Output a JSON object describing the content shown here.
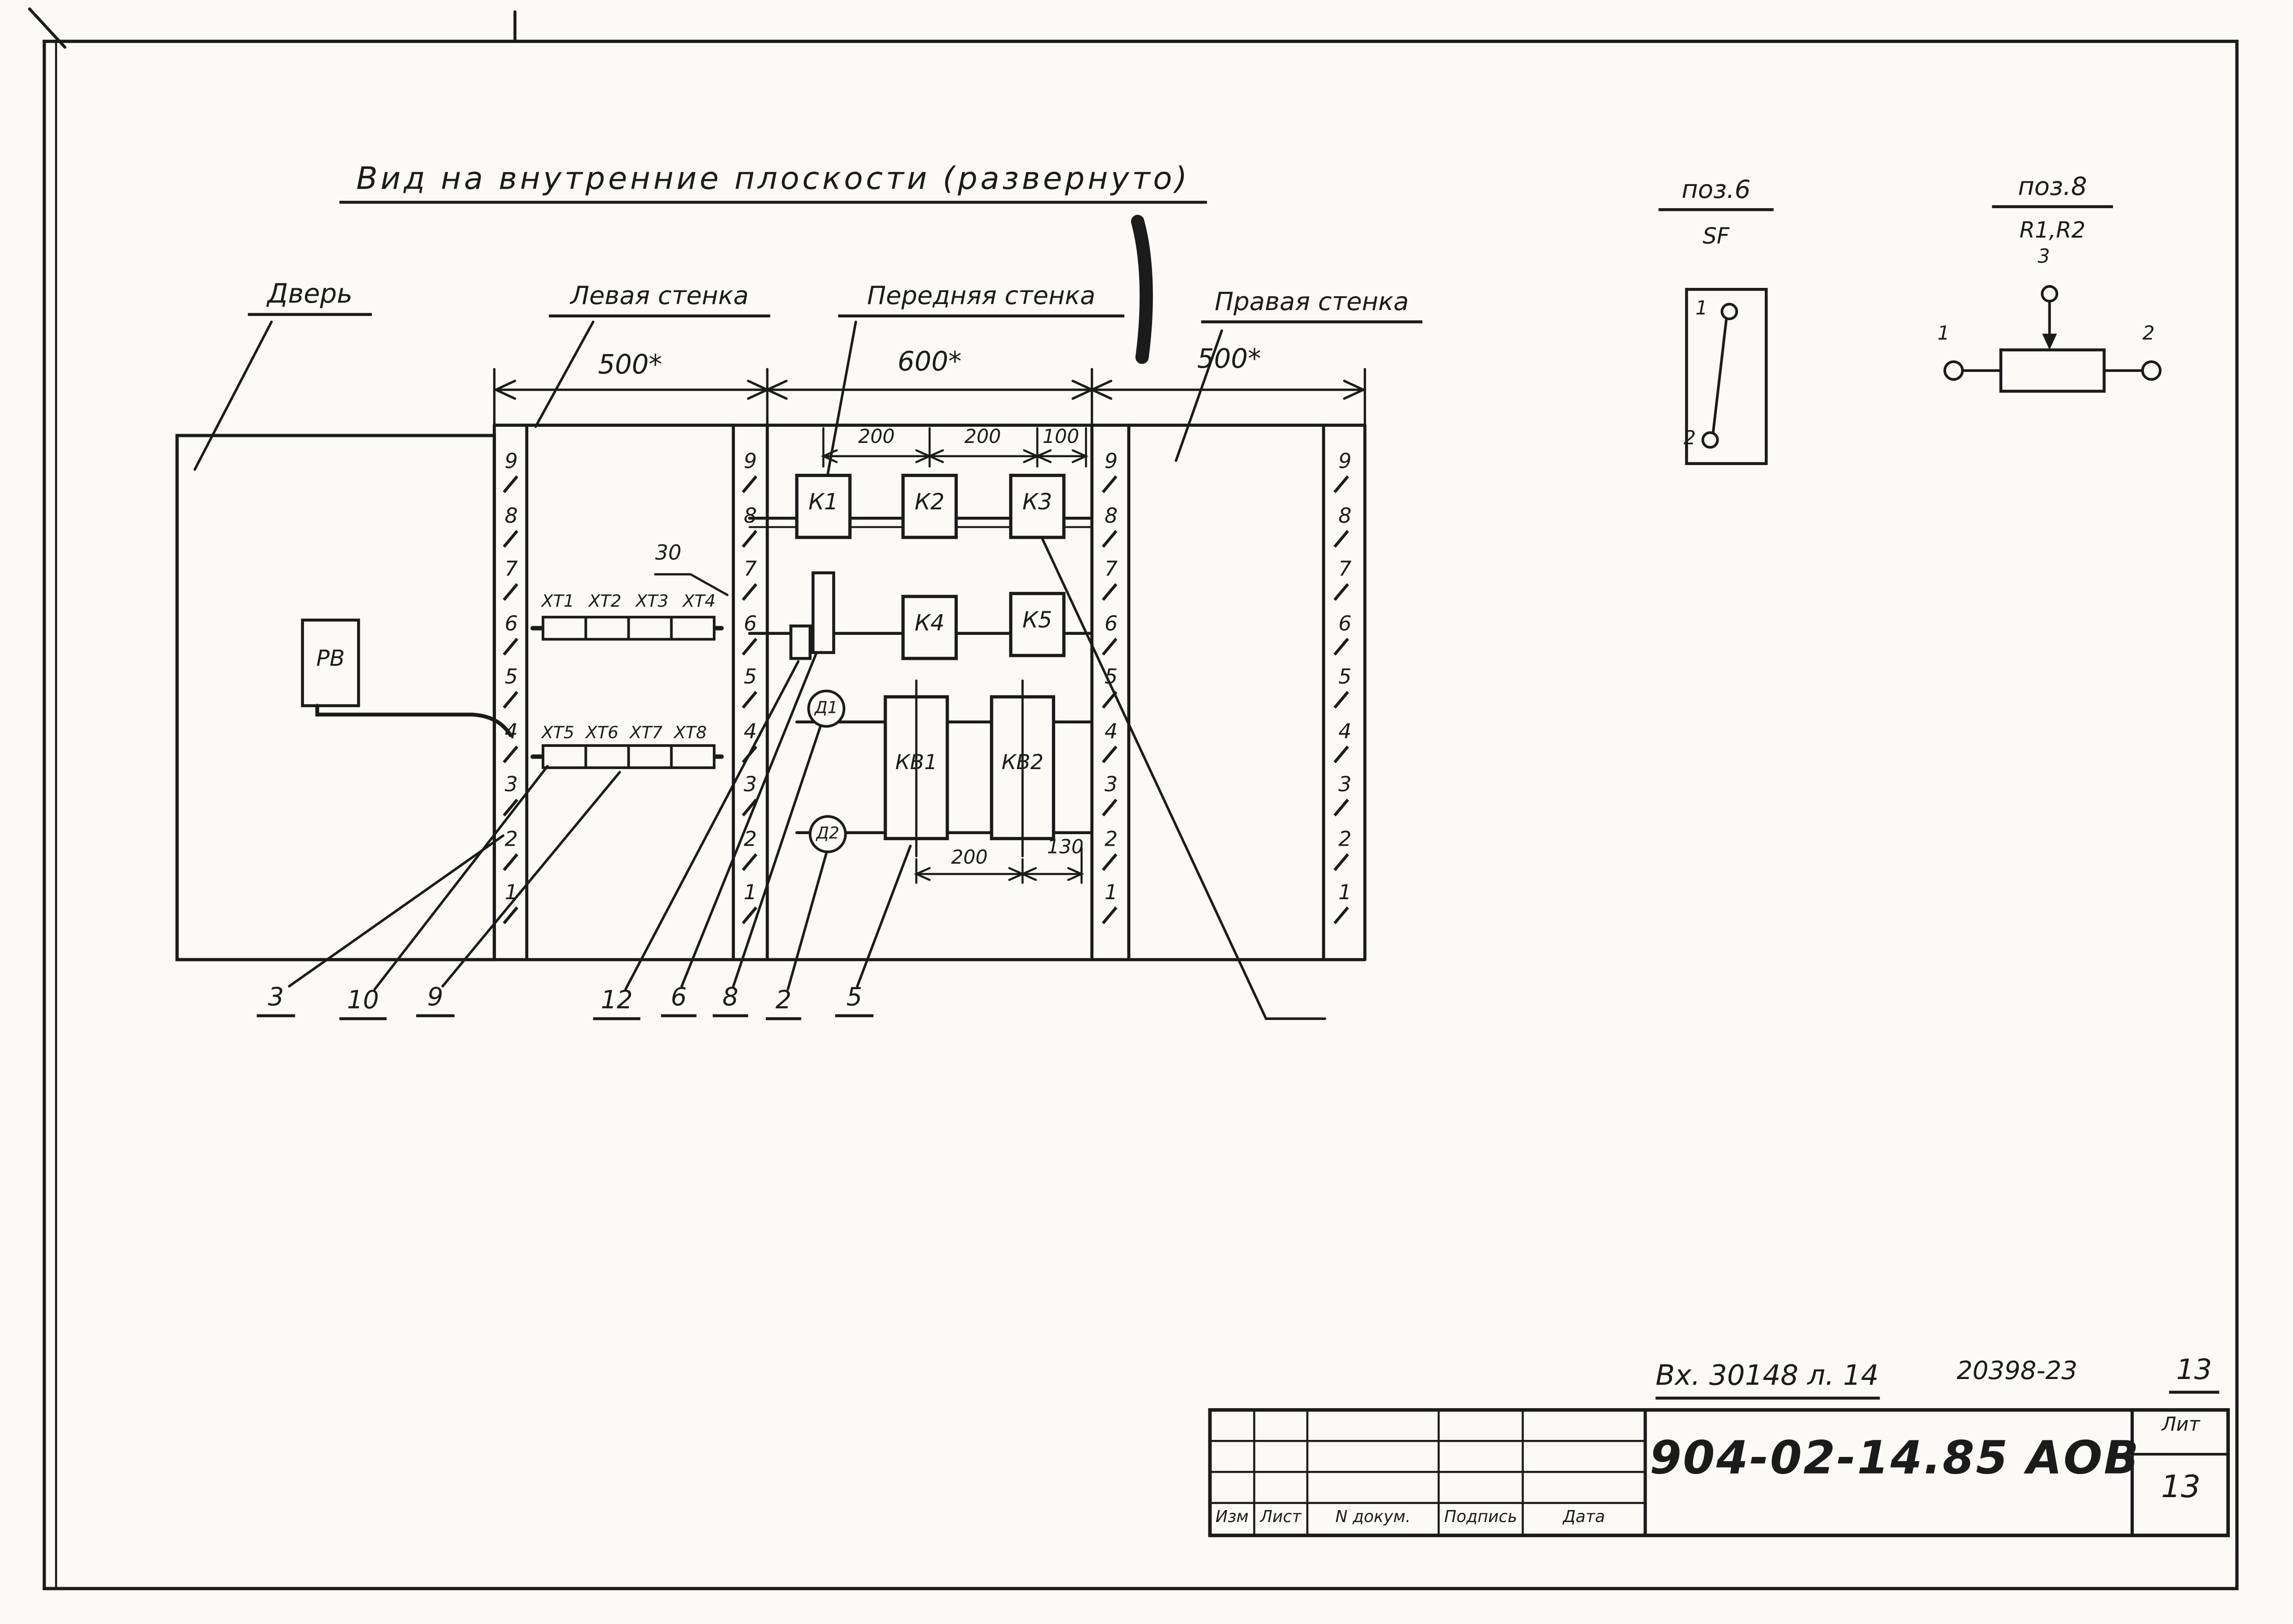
{
  "colors": {
    "ink": "#1b1b1b",
    "paper": "#fbfaf7"
  },
  "title": "Вид  на  внутренние  плоскости   (развернуто)",
  "wall_labels": {
    "door": "Дверь",
    "left": "Левая стенка",
    "front": "Передняя стенка",
    "right": "Правая стенка"
  },
  "dims": {
    "left_width": "500*",
    "front_width": "600*",
    "right_width": "500*",
    "front_top": [
      "200",
      "200",
      "100"
    ],
    "kb_between": "200",
    "kb_right": "130",
    "xt_offset": "30"
  },
  "scale_numbers": [
    "9",
    "8",
    "7",
    "6",
    "5",
    "4",
    "3",
    "2",
    "1"
  ],
  "components": {
    "pb": "РВ",
    "k1": "К1",
    "k2": "К2",
    "k3": "К3",
    "k4": "К4",
    "k5": "К5",
    "kb1": "КВ1",
    "kb2": "КВ2",
    "d1": "Д1",
    "d2": "Д2",
    "xt_top": [
      "ХТ1",
      "ХТ2",
      "ХТ3",
      "ХТ4"
    ],
    "xt_bottom": [
      "ХТ5",
      "ХТ6",
      "ХТ7",
      "ХТ8"
    ]
  },
  "callouts": [
    "3",
    "10",
    "9",
    "12",
    "6",
    "8",
    "2",
    "5"
  ],
  "pos6": {
    "label": "поз.6",
    "ref": "SF",
    "pin1": "1",
    "pin2": "2"
  },
  "pos8": {
    "label": "поз.8",
    "ref": "R1,R2",
    "pin1": "1",
    "pin2": "2",
    "pin3": "3"
  },
  "notes": {
    "inv": "Вх. 30148 л. 14",
    "doc": "20398-23",
    "sheet_top": "13"
  },
  "stamp": {
    "number": "904-02-14.85 АОВ",
    "lit": "Лит",
    "sheet": "13",
    "columns": [
      "Изм",
      "Лист",
      "N докум.",
      "Подпись",
      "Дата"
    ]
  }
}
